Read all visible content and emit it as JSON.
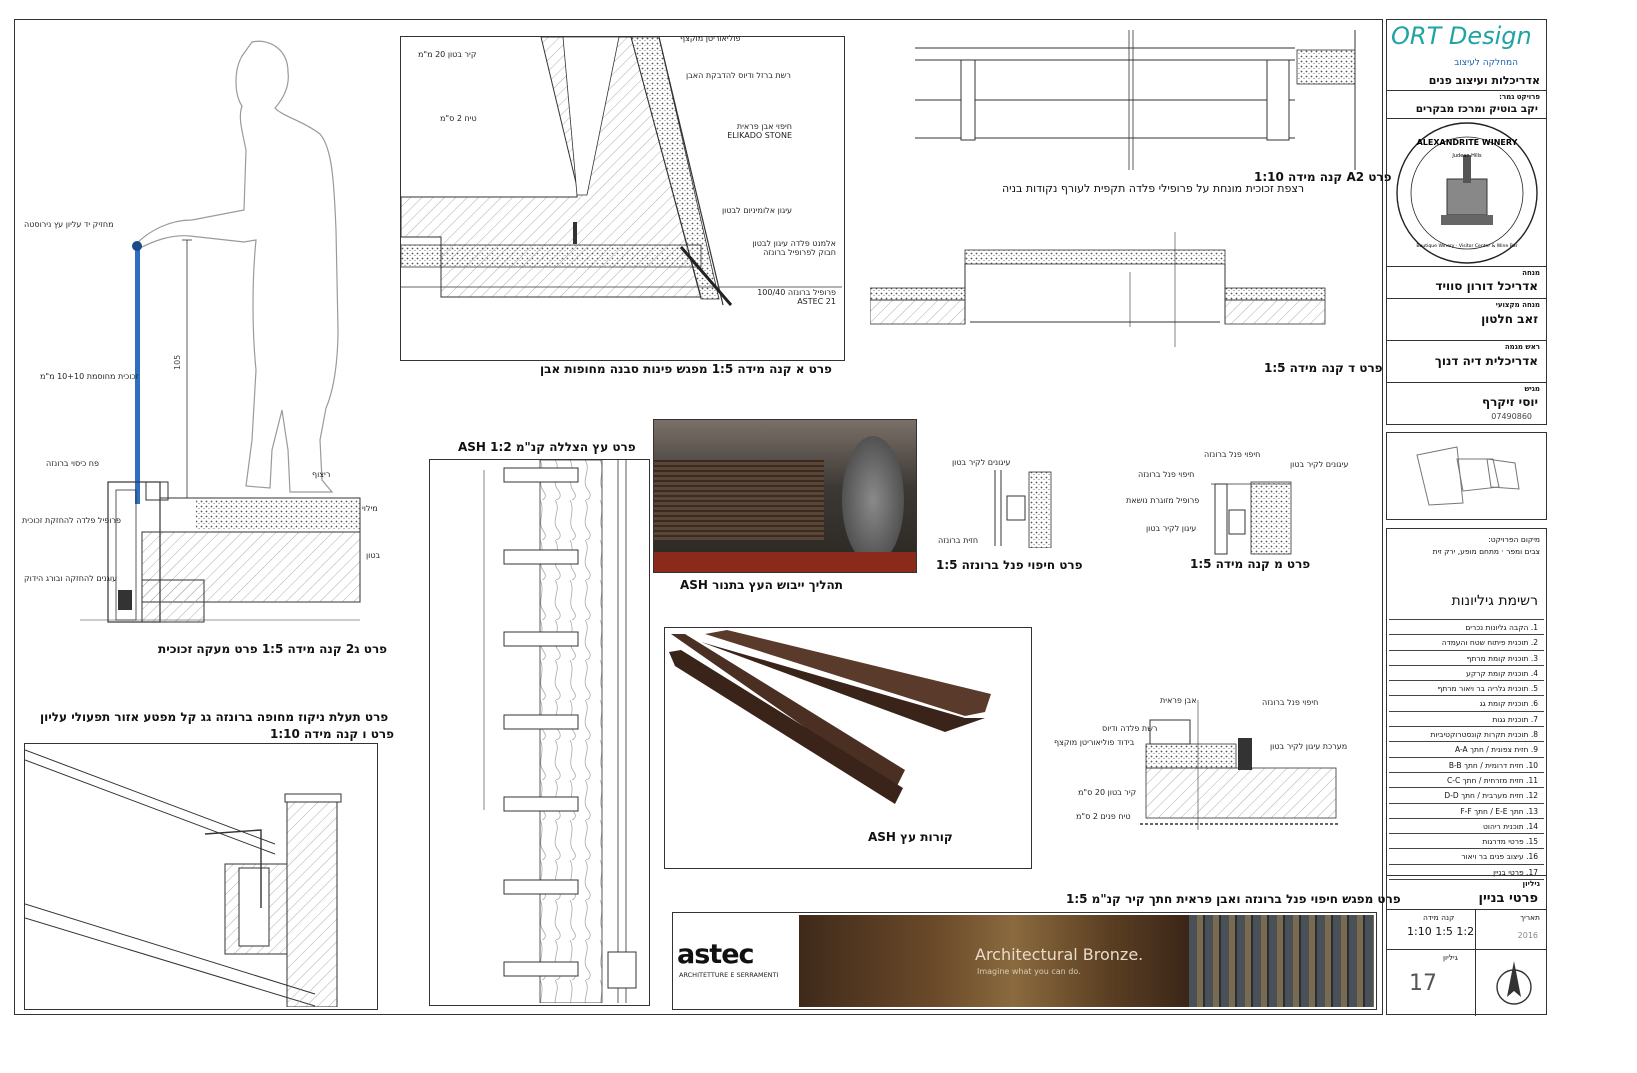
{
  "logo": {
    "brand": "ORT Design",
    "sub": "המחלקה לעיצוב"
  },
  "department": "אדריכלות ועיצוב פנים",
  "project": {
    "label": "פרויקט גמר:",
    "value": "יקב בוטיק ומרכז מבקרים"
  },
  "client_logo": {
    "name": "ALEXANDRITE WINERY",
    "place": "Judean Hills",
    "tagline": "Boutique Winery · Visitor Center & Wine Bar"
  },
  "title_block": [
    {
      "label": "מנחה",
      "value": "אדריכל דורון סוויד"
    },
    {
      "label": "מנחה מקצועי",
      "value": "זאב חלטון"
    },
    {
      "label": "ראש מגמה",
      "value": "אדריכלית דיה דנוך"
    },
    {
      "label": "מגיש",
      "value": "יוסי זיקרף",
      "extra": "07490860"
    }
  ],
  "location": {
    "label": "מיקום הפרויקט:",
    "value": "צבים ומפר · מתחם מופע, ירק זית"
  },
  "list_title": "רשימת גיליונות",
  "sheet_list": [
    "1. הקבה גליונות נכרים",
    "2. תוכנית פיתוח שטח והעמדה",
    "3. תוכנית קומת מרתף",
    "4. תוכנית קומת קרקע",
    "5. תוכנית גלריה בר ויאור מרתף",
    "6. תוכנית קומת גג",
    "7. תוכנית גגות",
    "8. תוכנית תקרות קונסטרוקטיביות",
    "9. חזית צפונית / חתך A-A",
    "10. חזית דרומית / חתך B-B",
    "11. חזית מזרחית / חתך C-C",
    "12. חזית מערבית / חתך D-D",
    "13. חתך E-E / חתך F-F",
    "14. תוכנית ריהוט",
    "15. פרטי מדרגות",
    "16. עיצוב פנים בר ויאור",
    "17. פרטי בניין"
  ],
  "sheet": {
    "label": "גיליון",
    "value": "פרטי בניין"
  },
  "scale": {
    "label": "קנה מידה",
    "value": "1:10  1:5  1:2"
  },
  "date": {
    "label": "תאריך",
    "value": "2016"
  },
  "sheet_no": {
    "label": "גיליון",
    "value": "17"
  },
  "captions": {
    "detail_a": "פרט א קנה מידה 1:5  מפגש פינות סבנה מחופות אבן",
    "detail_a2": "פרט A2 קנה מידה 1:10",
    "detail_a2_sub": "רצפת זכוכית מונחת על פרופילי פלדה תקפית לעורף נקודות בניה",
    "detail_d": "פרט ד קנה מידה 1:5",
    "detail_g": "פרט ג2 קנה מידה 1:5      פרט מעקה זכוכית",
    "detail_r": "פרט ו קנה מידה 1:10",
    "detail_r_title": "פרט תעלת ניקוז מחופה ברונזה גג קל מפטע אזור תפעולי עליון",
    "detail_wood": "פרט עץ הצללה קנ\"מ 1:2 ASH",
    "wood_process": "תהליך ייבוש העץ בתנור ASH",
    "wood_beams": "קורות עץ ASH",
    "bronze_panel": "פרט חיפוי פנל ברונזה 1:5",
    "detail_m": "פרט מ קנה מידה 1:5",
    "detail_stone": "פרט מפגש חיפוי פנל ברונזה ואבן פראית חתך קיר קנ\"מ 1:5"
  },
  "dims": {
    "rail_height": "105"
  },
  "labels": {
    "handrail": "מחזיק יד עליון עץ נירוסטה",
    "glass": "זכוכית מחוסמת 10+10 מ\"מ",
    "bronze_cover": "פח כיסוי ברונזה",
    "floor": "ריצוף",
    "screed": "מילוי",
    "concrete": "בטון",
    "steel_channel": "פרופיל פלדה להחזקת זכוכית",
    "anchors": "עוגנים להחזקה ובורג הידוק",
    "a_top1": "פוליאוריטן מוקצף",
    "a_top2": "קיר בטון 20 מ\"מ",
    "a_mesh": "רשת ברזל ודיוס להדבקת האבן",
    "a_stone": "חיפוי אבן פראית ELIKADO STONE",
    "a_plaster": "טיח 2 ס\"מ",
    "a_anchor": "עיגון אלומיניום לבטון",
    "a_steel": "אלמנט פלדה עיגון לבטון חבוק לפרופיל ברונזה",
    "a_profile": "פרופיל ברונזה 100/40 ASTEC 21",
    "m_anchor": "עיגונים לקיר בטון",
    "m_bronze": "חיפוי פנל ברונזה",
    "m_profile": "פרופיל מזוגרת נושאת",
    "m_conc": "עיגון לקיר בטון",
    "m_stud": "עיגונים לקיר בטון",
    "m_bronze2": "חזית ברונזה",
    "s_stone": "אבן פראית",
    "s_bronze": "חיפוי פנל ברונזה",
    "s_mesh": "רשת פלדה ודיוס",
    "s_insul": "בידוד פוליאוריטן מוקצף",
    "s_profile": "מערכת עיגון לקיר בטון",
    "s_wall": "קיר בטון 20 ס\"מ",
    "s_plaster": "טיח פנים 2 ס\"מ"
  },
  "astec": {
    "logo": "astec",
    "sub": "ARCHITETTURE E SERRAMENTI",
    "headline": "Architectural Bronze.",
    "tagline": "Imagine what you can do."
  },
  "colors": {
    "line": "#333333",
    "glass_post": "#2f6fc2",
    "wood_dark": "#4a2f22",
    "bronze": "#6b4a2a",
    "logo_teal": "#1fa3a3",
    "logo_blue": "#1b5fae"
  }
}
